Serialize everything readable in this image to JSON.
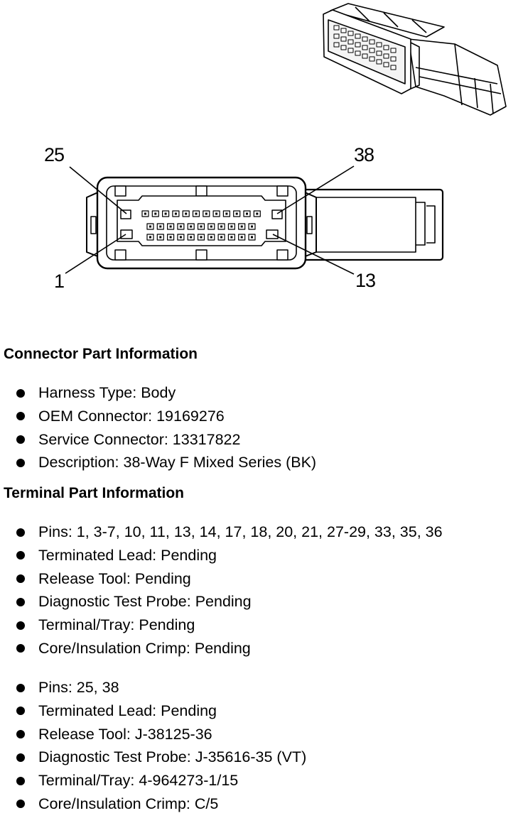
{
  "pin_callouts": {
    "top_left": "25",
    "top_right": "38",
    "bottom_left": "1",
    "bottom_right": "13"
  },
  "connector_info": {
    "heading": "Connector Part Information",
    "items": [
      "Harness Type: Body",
      "OEM Connector: 19169276",
      "Service Connector: 13317822",
      "Description: 38-Way F Mixed Series (BK)"
    ]
  },
  "terminal_info": {
    "heading": "Terminal Part Information",
    "groups": [
      {
        "items": [
          "Pins: 1, 3-7, 10, 11, 13, 14, 17, 18, 20, 21, 27-29, 33, 35, 36",
          "Terminated Lead: Pending",
          "Release Tool: Pending",
          "Diagnostic Test Probe: Pending",
          "Terminal/Tray: Pending",
          "Core/Insulation Crimp: Pending"
        ]
      },
      {
        "items": [
          "Pins: 25, 38",
          "Terminated Lead: Pending",
          "Release Tool: J-38125-36",
          "Diagnostic Test Probe: J-35616-35 (VT)",
          "Terminal/Tray: 4-964273-1/15",
          "Core/Insulation Crimp: C/5"
        ]
      }
    ]
  }
}
